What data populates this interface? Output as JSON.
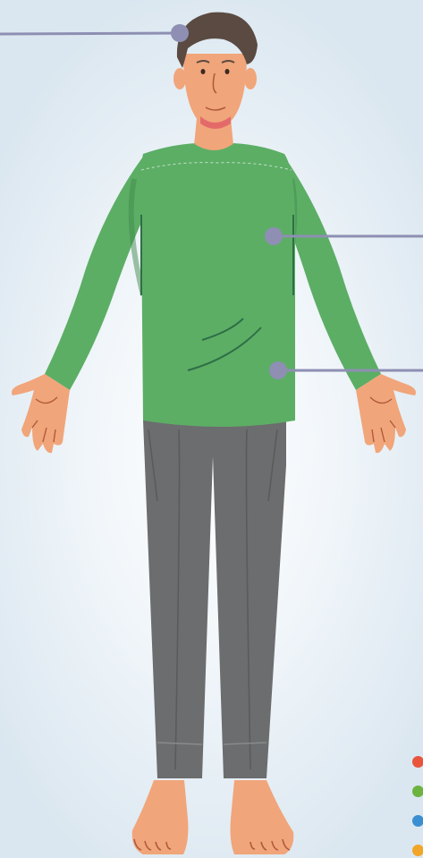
{
  "figure": {
    "subject": "standing-man-body-diagram",
    "colors": {
      "background": "#dbe7f0",
      "skin": "#f1a57a",
      "skin_shadow": "#dd8a62",
      "hair": "#5a4a42",
      "shirt": "#5cae65",
      "shirt_shadow": "#3f8a4c",
      "shirt_line": "#2f6e46",
      "pants": "#6c6d6e",
      "pants_shadow": "#5a5b5c",
      "lip": "#e46a6a",
      "callout": "#8e8fb3"
    }
  },
  "callouts": [
    {
      "target": "head",
      "side": "left"
    },
    {
      "target": "chest",
      "side": "right"
    },
    {
      "target": "abdomen",
      "side": "right"
    }
  ],
  "legend": {
    "colors": [
      "#e8543c",
      "#6db33f",
      "#3b8fd1",
      "#f1a62a"
    ]
  }
}
